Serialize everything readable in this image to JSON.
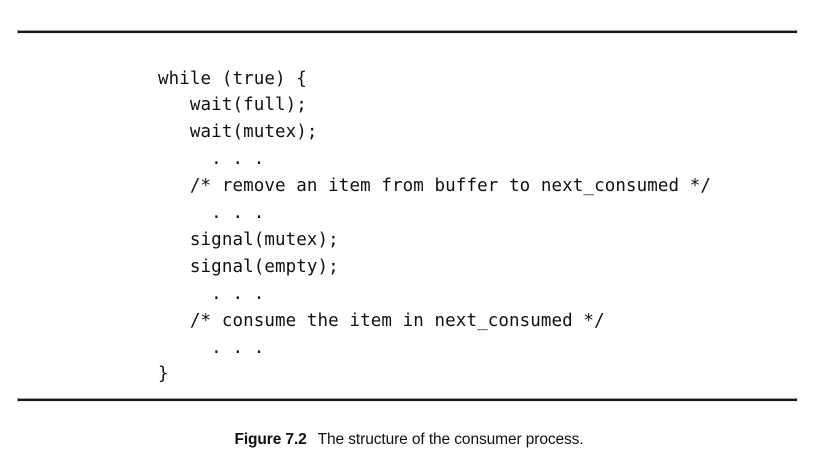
{
  "figure": {
    "background_color": "#ffffff",
    "rule_color": "#1a1a1a",
    "text_color": "#111111",
    "caption": {
      "label": "Figure 7.2",
      "text": "The structure of the consumer process."
    },
    "code": {
      "language": "c",
      "lines": [
        "while (true) {",
        "   wait(full);",
        "   wait(mutex);",
        "     . . .",
        "   /* remove an item from buffer to next_consumed */",
        "     . . .",
        "   signal(mutex);",
        "   signal(empty);",
        "     . . .",
        "   /* consume the item in next_consumed */",
        "     . . .",
        "}"
      ]
    }
  }
}
